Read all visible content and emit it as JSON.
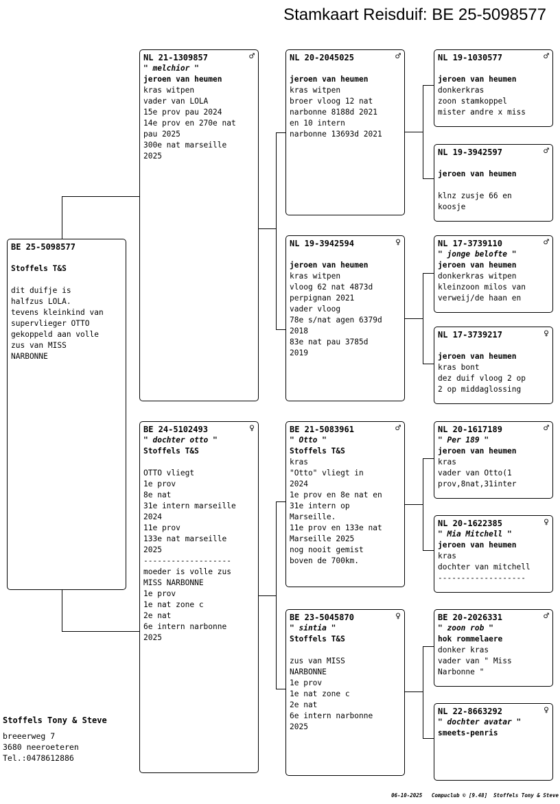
{
  "title": "Stamkaart Reisduif: BE  25-5098577",
  "pigeons": {
    "subject": {
      "ring": "BE  25-5098577",
      "sex": "",
      "name": "",
      "owner": "Stoffels T&S",
      "lines": [
        "",
        "dit duifje is",
        "halfzus LOLA.",
        "tevens kleinkind van",
        "supervlieger OTTO",
        "gekoppeld aan volle",
        "zus van MISS",
        "NARBONNE"
      ]
    },
    "father": {
      "ring": "NL  21-1309857",
      "sex": "♂",
      "name": "\" melchior \"",
      "owner": "jeroen van heumen",
      "lines": [
        "kras witpen",
        "vader van LOLA",
        "15e prov pau 2024",
        "14e prov en 270e nat",
        "pau 2025",
        "300e nat marseille",
        "2025"
      ]
    },
    "mother": {
      "ring": "BE  24-5102493",
      "sex": "♀",
      "name": "\" dochter otto \"",
      "owner": "Stoffels T&S",
      "lines": [
        "",
        "OTTO vliegt",
        "1e prov",
        "8e nat",
        "31e intern marseille",
        "2024",
        "11e prov",
        "133e nat marseille",
        "2025",
        "-------------------",
        "moeder is volle zus",
        "MISS NARBONNE",
        "1e prov",
        "1e nat zone c",
        "2e nat",
        "6e intern narbonne",
        "2025"
      ]
    },
    "ff": {
      "ring": "NL  20-2045025",
      "sex": "♂",
      "name": "",
      "owner": "jeroen van heumen",
      "lines": [
        "kras witpen",
        "broer vloog 12 nat",
        "narbonne 8188d 2021",
        "en 10 intern",
        "narbonne 13693d 2021"
      ]
    },
    "fm": {
      "ring": "NL  19-3942594",
      "sex": "♀",
      "name": "",
      "owner": "jeroen van heumen",
      "lines": [
        "kras witpen",
        "vloog 62 nat 4873d",
        "perpignan 2021",
        "vader vloog",
        "78e s/nat agen 6379d",
        "2018",
        "83e nat pau 3785d",
        "2019"
      ]
    },
    "mf": {
      "ring": "BE  21-5083961",
      "sex": "♂",
      "name": "\" Otto \"",
      "owner": "Stoffels T&S",
      "lines": [
        "kras",
        "\"Otto\" vliegt in",
        "2024",
        "1e prov en 8e nat en",
        "31e intern op",
        "Marseille.",
        "11e prov en 133e nat",
        "Marseille 2025",
        "nog nooit gemist",
        "boven de 700km."
      ]
    },
    "mm": {
      "ring": "BE  23-5045870",
      "sex": "♀",
      "name": "\" sintia \"",
      "owner": "Stoffels T&S",
      "lines": [
        "",
        "zus van MISS",
        "NARBONNE",
        "1e prov",
        "1e nat zone c",
        "2e nat",
        "6e intern narbonne",
        "2025"
      ]
    },
    "fff": {
      "ring": "NL  19-1030577",
      "sex": "♂",
      "name": "",
      "owner": "jeroen van heumen",
      "lines": [
        "donkerkras",
        "zoon stamkoppel",
        "mister andre x miss"
      ]
    },
    "ffm": {
      "ring": "NL  19-3942597",
      "sex": "♂",
      "name": "",
      "owner": "jeroen van heumen",
      "lines": [
        "",
        "klnz zusje 66 en",
        "koosje"
      ]
    },
    "fmf": {
      "ring": "NL  17-3739110",
      "sex": "♂",
      "name": "\" jonge belofte \"",
      "owner": "jeroen van heumen",
      "lines": [
        "donkerkras witpen",
        "kleinzoon milos van",
        "verweij/de haan en"
      ]
    },
    "fmm": {
      "ring": "NL  17-3739217",
      "sex": "♀",
      "name": "",
      "owner": "jeroen van heumen",
      "lines": [
        "kras bont",
        "dez duif vloog 2 op",
        "2 op middaglossing"
      ]
    },
    "mff": {
      "ring": "NL  20-1617189",
      "sex": "♂",
      "name": "\" Per 189 \"",
      "owner": "jeroen van heumen",
      "lines": [
        "kras",
        "vader van Otto(1",
        "prov,8nat,31inter"
      ]
    },
    "mfm": {
      "ring": "NL  20-1622385",
      "sex": "♀",
      "name": "\" Mia Mitchell \"",
      "owner": "jeroen van heumen",
      "lines": [
        "kras",
        "dochter van mitchell",
        "-------------------"
      ]
    },
    "mmf": {
      "ring": "BE  20-2026331",
      "sex": "♂",
      "name": "\" zoon rob \"",
      "owner": "hok rommelaere",
      "lines": [
        "donker kras",
        "vader van \" Miss",
        "Narbonne \""
      ]
    },
    "mmm": {
      "ring": "NL  22-8663292",
      "sex": "♀",
      "name": "\" dochter avatar \"",
      "owner": "smeets-penris",
      "lines": []
    }
  },
  "breeder": {
    "name": "Stoffels Tony & Steve",
    "street": "breeerweg 7",
    "city": "3680  neeroeteren",
    "phone": "Tel.:0478612886"
  },
  "footer": "06-10-2025   Compuclub © [9.48]  Stoffels Tony & Steve"
}
